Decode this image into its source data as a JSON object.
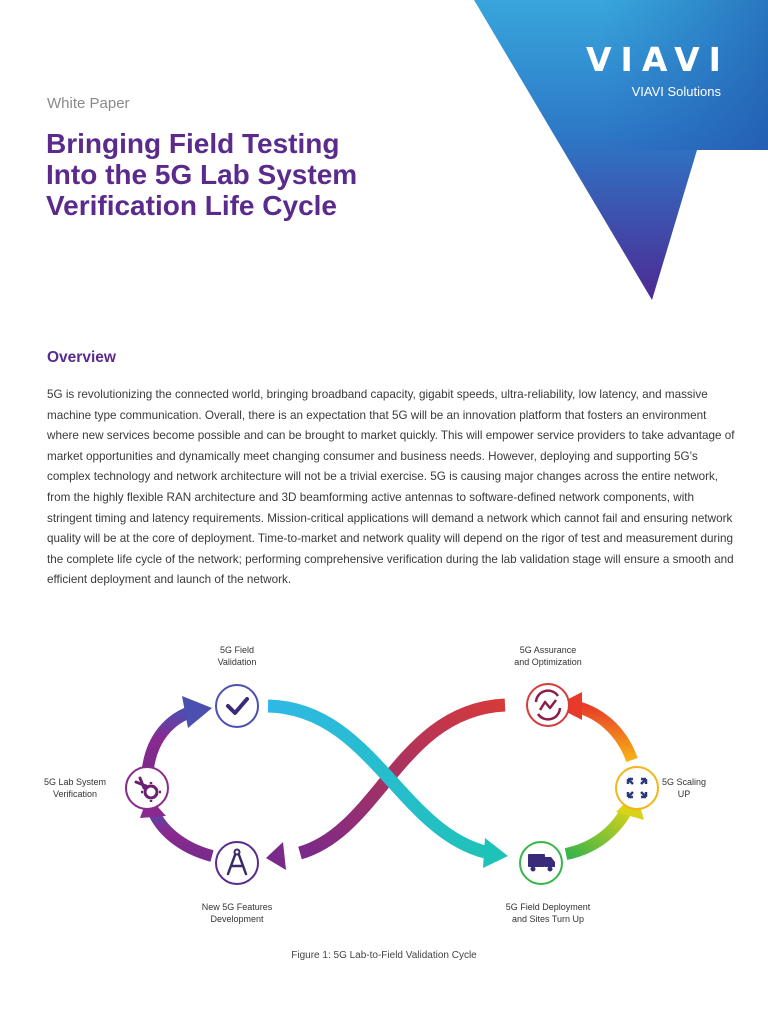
{
  "brand": {
    "logo_text": "VIAVI",
    "company": "VIAVI Solutions",
    "colors": {
      "primary": "#5a2a8c",
      "banner_top": "#3aa0d8",
      "banner_bottom": "#4b2a92"
    }
  },
  "header": {
    "doc_type": "White Paper",
    "title_lines": [
      "Bringing Field Testing",
      "Into the 5G Lab System",
      "Verification Life Cycle"
    ]
  },
  "overview": {
    "heading": "Overview",
    "paragraph": "5G is revolutionizing the connected world, bringing broadband capacity, gigabit speeds, ultra-reliability, low latency, and massive machine type communication. Overall, there is an expectation that 5G will be an innovation platform that fosters an environment where new services become possible and can be brought to market quickly. This will empower service providers to take advantage of market opportunities and dynamically meet changing consumer and business needs. However, deploying and supporting 5G’s complex technology and network architecture will not be a trivial exercise. 5G is causing major changes across the entire network, from the highly flexible RAN architecture and 3D beamforming active antennas to software-defined network components, with stringent timing and latency requirements. Mission-critical applications will demand a network which cannot fail and ensuring network quality will be at the core of deployment. Time-to-market and network quality will depend on the rigor of test and measurement during the complete life cycle of the network; performing comprehensive verification during the lab validation stage will ensure a smooth and efficient deployment and launch of the network."
  },
  "figure": {
    "nodes": {
      "field_validation": {
        "label_lines": [
          "5G Field",
          "Validation"
        ],
        "icon": "checkmark-icon"
      },
      "lab_system_verification": {
        "label_lines": [
          "5G Lab System",
          "Verification"
        ],
        "icon": "tools-gear-icon"
      },
      "features_development": {
        "label_lines": [
          "New 5G Features",
          "Development"
        ],
        "icon": "compass-icon"
      },
      "assurance_optimization": {
        "label_lines": [
          "5G Assurance",
          "and Optimization"
        ],
        "icon": "optimization-cycle-icon"
      },
      "scaling_up": {
        "label_lines": [
          "5G Scaling",
          "UP"
        ],
        "icon": "expand-arrows-icon"
      },
      "field_deployment": {
        "label_lines": [
          "5G Field Deployment",
          "and Sites Turn Up"
        ],
        "icon": "truck-icon"
      }
    },
    "caption": "Figure 1: 5G Lab-to-Field Validation Cycle"
  }
}
